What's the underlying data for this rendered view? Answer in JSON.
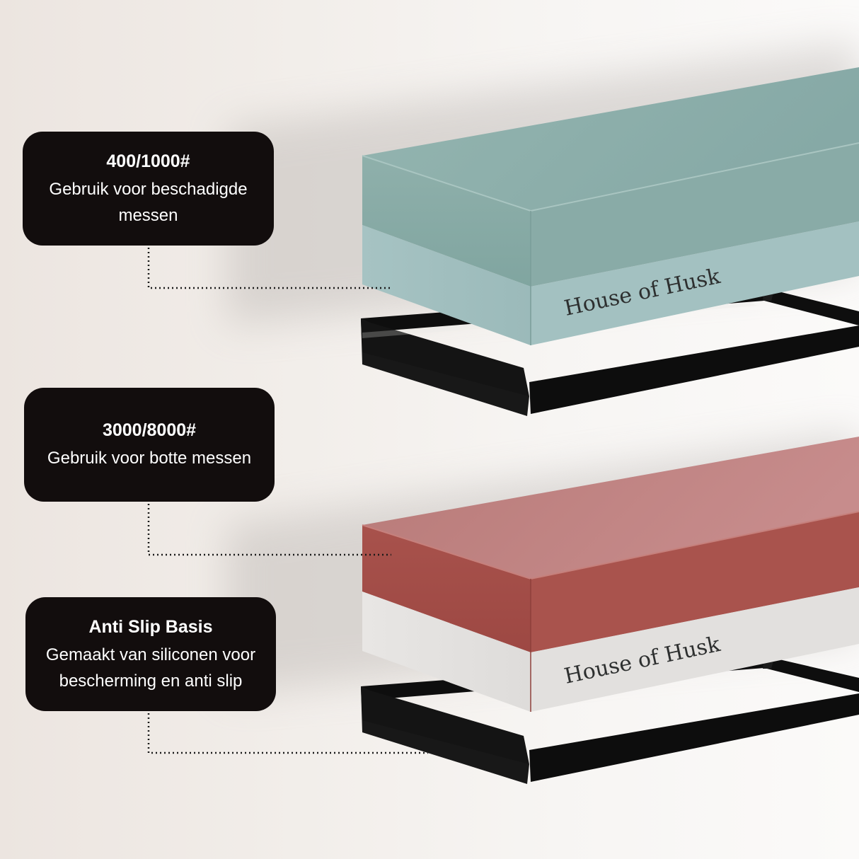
{
  "callouts": [
    {
      "title": "400/1000#",
      "lines": [
        "Gebruik voor beschadigde",
        "messen"
      ]
    },
    {
      "title": "3000/8000#",
      "lines": [
        "Gebruik voor botte messen"
      ]
    },
    {
      "title": "Anti Slip Basis",
      "lines": [
        "Gemaakt van siliconen voor",
        "bescherming en anti slip"
      ]
    }
  ],
  "stones": [
    {
      "brand": "House of Husk",
      "top_color": "#8fb1ad",
      "bottom_color": "#9cbcbb"
    },
    {
      "brand": "House of Husk",
      "top_color": "#b25f5a",
      "bottom_color": "#e4e2e0"
    }
  ],
  "base_color": "#101010"
}
